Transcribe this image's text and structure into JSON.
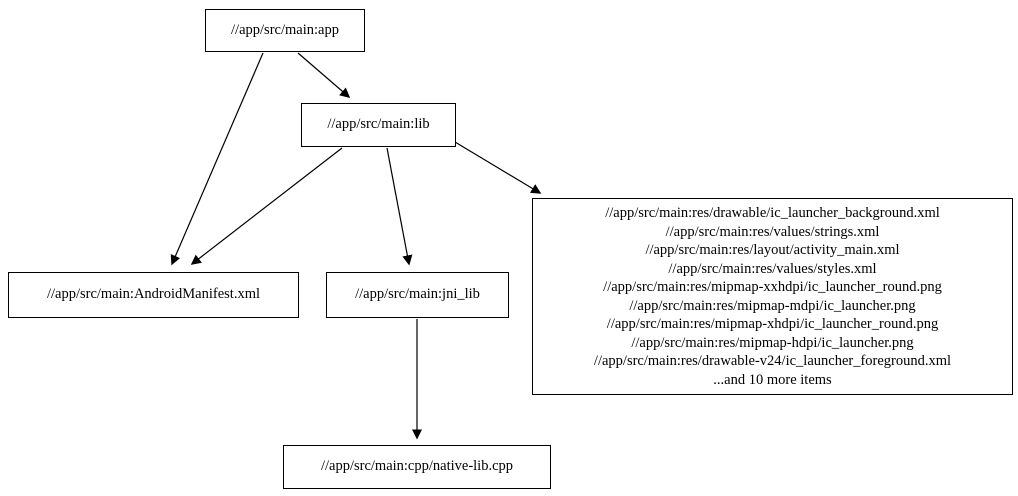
{
  "diagram": {
    "type": "dependency-graph",
    "nodes": {
      "app": {
        "label": "//app/src/main:app"
      },
      "lib": {
        "label": "//app/src/main:lib"
      },
      "android_manifest": {
        "label": "//app/src/main:AndroidManifest.xml"
      },
      "jni_lib": {
        "label": "//app/src/main:jni_lib"
      },
      "res_group": {
        "lines": [
          "//app/src/main:res/drawable/ic_launcher_background.xml",
          "//app/src/main:res/values/strings.xml",
          "//app/src/main:res/layout/activity_main.xml",
          "//app/src/main:res/values/styles.xml",
          "//app/src/main:res/mipmap-xxhdpi/ic_launcher_round.png",
          "//app/src/main:res/mipmap-mdpi/ic_launcher.png",
          "//app/src/main:res/mipmap-xhdpi/ic_launcher_round.png",
          "//app/src/main:res/mipmap-hdpi/ic_launcher.png",
          "//app/src/main:res/drawable-v24/ic_launcher_foreground.xml",
          "...and 10 more items"
        ]
      },
      "native_lib_cpp": {
        "label": "//app/src/main:cpp/native-lib.cpp"
      }
    },
    "edges": [
      {
        "from": "app",
        "to": "android_manifest"
      },
      {
        "from": "app",
        "to": "lib"
      },
      {
        "from": "lib",
        "to": "android_manifest"
      },
      {
        "from": "lib",
        "to": "jni_lib"
      },
      {
        "from": "lib",
        "to": "res_group"
      },
      {
        "from": "jni_lib",
        "to": "native_lib_cpp"
      }
    ],
    "colors": {
      "node_border": "#000000",
      "edge": "#000000",
      "background": "#ffffff",
      "text": "#000000"
    }
  }
}
